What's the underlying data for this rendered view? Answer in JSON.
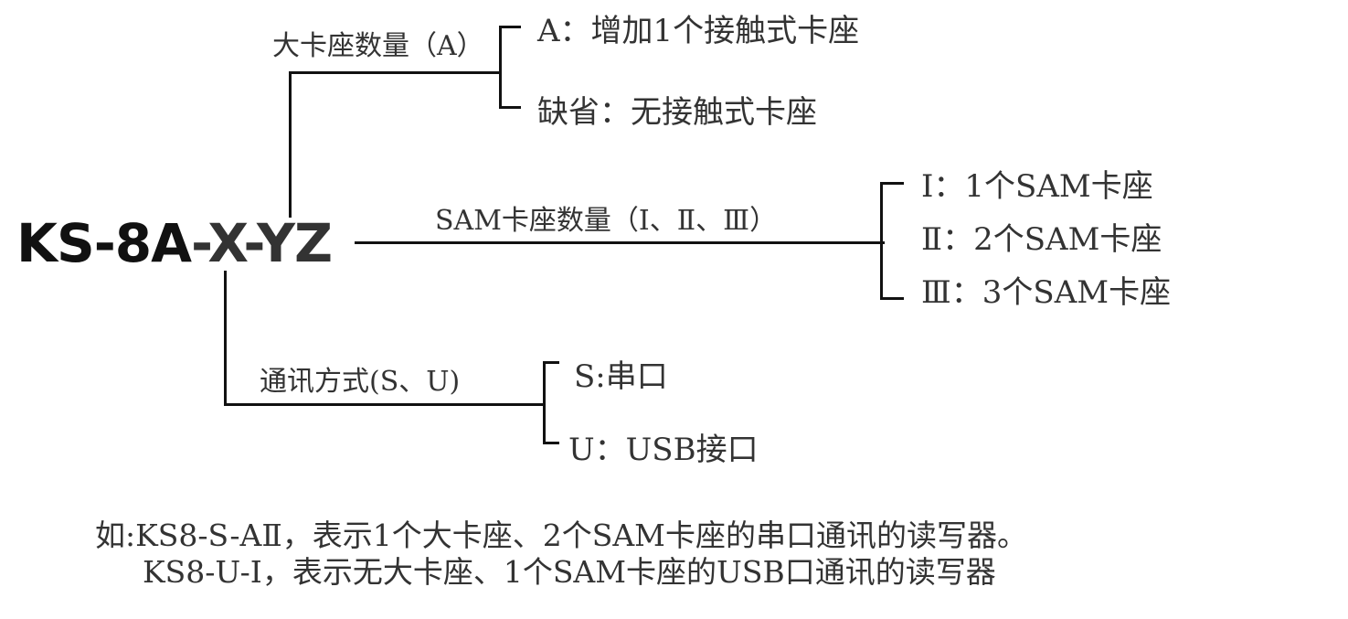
{
  "model": {
    "prefix": "KS-8A",
    "dash1": "-",
    "x": "X",
    "dash2": "-",
    "yz": "YZ"
  },
  "branches": {
    "large_slot": {
      "label": "大卡座数量（A）",
      "options": [
        "A：增加1个接触式卡座",
        "缺省：无接触式卡座"
      ]
    },
    "sam_slot": {
      "label": "SAM卡座数量（Ⅰ、Ⅱ、Ⅲ）",
      "options": [
        "Ⅰ：1个SAM卡座",
        "Ⅱ：2个SAM卡座",
        "Ⅲ：3个SAM卡座"
      ]
    },
    "comm": {
      "label": "通讯方式(S、U)",
      "options": [
        "S:串口",
        "U：USB接口"
      ]
    }
  },
  "notes": [
    "如:KS8-S-AⅡ，表示1个大卡座、2个SAM卡座的串口通讯的读写器。",
    "KS8-U-Ⅰ，表示无大卡座、1个SAM卡座的USB口通讯的读写器"
  ]
}
